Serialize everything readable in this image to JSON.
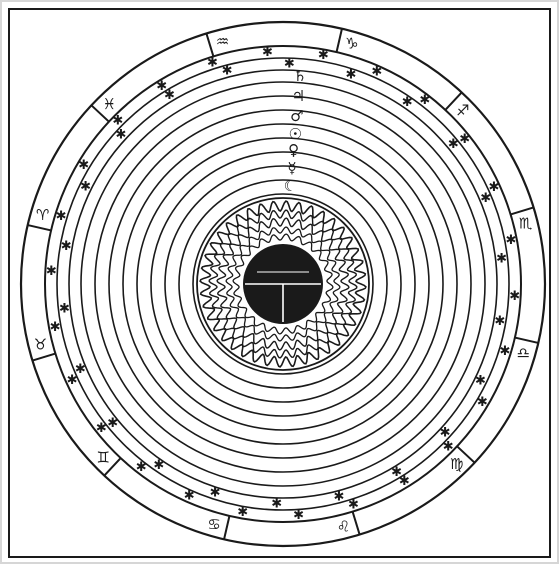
{
  "colors": {
    "ink": "#1a1a1a",
    "paper": "#ffffff",
    "frame": "#d6d6d6"
  },
  "diagram": {
    "zodiac_band": {
      "glyphs": [
        "♑",
        "♐",
        "♏",
        "♎",
        "♍",
        "♌",
        "♋",
        "♊",
        "♉",
        "♈",
        "♓",
        "♒"
      ],
      "segment_count": 12
    },
    "planet_stack": {
      "glyphs": [
        "♄",
        "♃",
        "♂",
        "☉",
        "♀",
        "☿",
        "☾"
      ]
    },
    "star_rings": 2,
    "celestial_spheres": 11,
    "earth_center": {
      "cross_lines": 3
    }
  }
}
